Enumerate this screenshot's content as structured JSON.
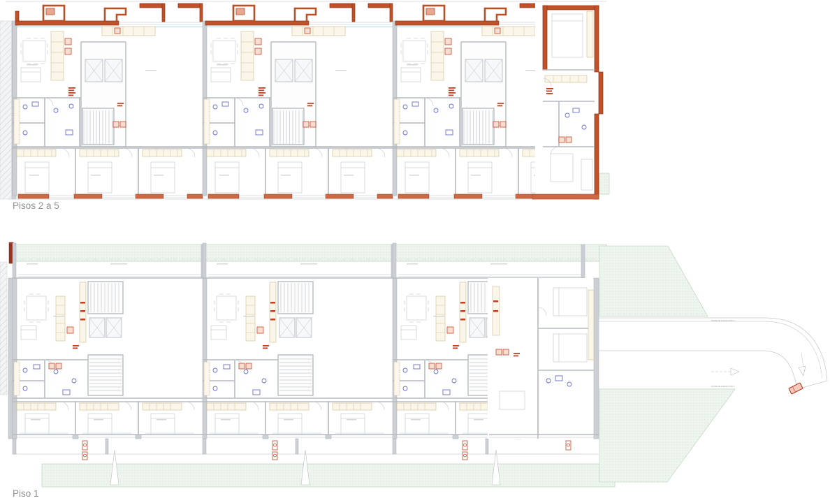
{
  "plans": {
    "upper": {
      "label": "Pisos 2 a 5"
    },
    "lower": {
      "label": "Piso 1"
    }
  },
  "ramp_labels": {
    "upper": "RAMPA DE ACESSO PISO -1",
    "lower": "RAMPA DE ACESSO PISO 1"
  },
  "palette": {
    "exterior_wall_red": "#c05229",
    "accent_dark_red": "#9c3120",
    "interior_wall_gray": "#c6cbd0",
    "fixture_blue": "#6570c8",
    "cabinet_tan": "#cdbd92",
    "appliance_red": "#bf4b28",
    "landscape_green": "#b9d4ba",
    "glazing_blue": "#badcec",
    "annotation_red": "#c23f22",
    "label_gray": "#8d9296",
    "background": "#ffffff"
  }
}
